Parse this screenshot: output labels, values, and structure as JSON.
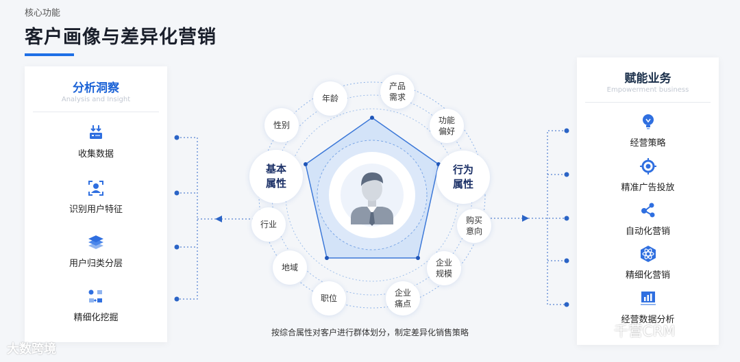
{
  "header": {
    "subtitle": "核心功能",
    "title": "客户画像与差异化营销"
  },
  "left_panel": {
    "title": "分析洞察",
    "subtitle": "Analysis and Insight",
    "items": [
      {
        "label": "收集数据",
        "icon": "data-collect-icon"
      },
      {
        "label": "识别用户特征",
        "icon": "user-id-icon"
      },
      {
        "label": "用户归类分层",
        "icon": "layers-icon"
      },
      {
        "label": "精细化挖掘",
        "icon": "mining-icon"
      }
    ]
  },
  "right_panel": {
    "title": "赋能业务",
    "subtitle": "Empowerment business",
    "items": [
      {
        "label": "经营策略",
        "icon": "lightbulb-icon"
      },
      {
        "label": "精准广告投放",
        "icon": "target-icon"
      },
      {
        "label": "自动化营销",
        "icon": "share-nodes-icon"
      },
      {
        "label": "精细化营销",
        "icon": "atom-icon"
      },
      {
        "label": "经营数据分析",
        "icon": "bar-chart-icon"
      }
    ]
  },
  "diagram": {
    "center": "user-avatar-icon",
    "primary": [
      "基本\n属性",
      "行为\n属性"
    ],
    "attributes": [
      "年龄",
      "产品\n需求",
      "功能\n偏好",
      "购买\n意向",
      "企业\n规模",
      "企业\n痛点",
      "职位",
      "地域",
      "行业",
      "性别"
    ],
    "caption": "按综合属性对客户进行群体划分，制定差异化销售策略"
  },
  "watermarks": {
    "left": "大数跨境",
    "right": "千营CRM"
  },
  "colors": {
    "accent": "#1e6fe6",
    "panel_title": "#1a62d6",
    "dot": "#2b64c6",
    "pentagon": "#cddff8"
  }
}
